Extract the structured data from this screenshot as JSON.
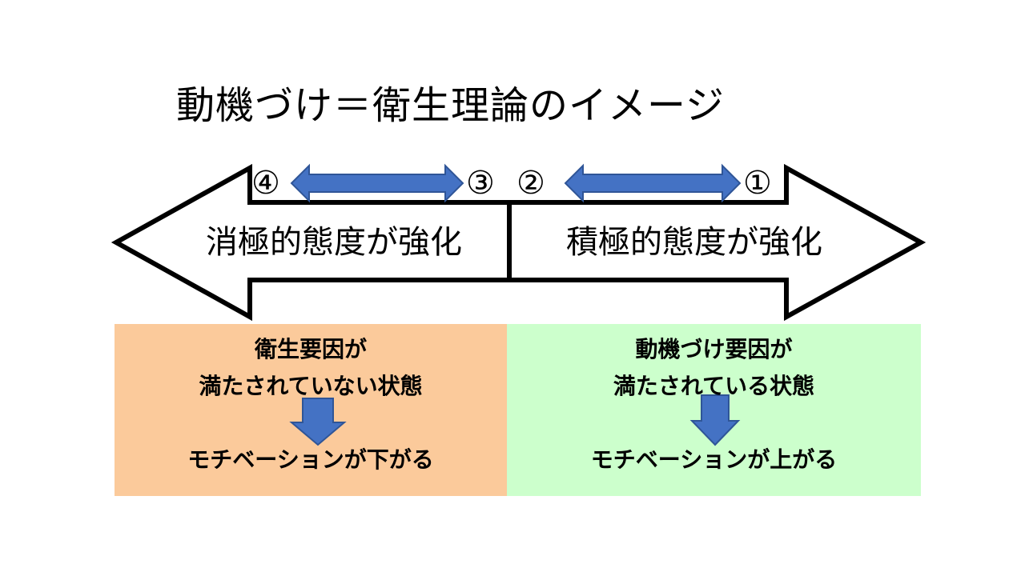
{
  "title": "動機づけ＝衛生理論のイメージ",
  "markers": {
    "m1": "①",
    "m2": "②",
    "m3": "③",
    "m4": "④"
  },
  "arrow_left_label": "消極的態度が強化",
  "arrow_right_label": "積極的態度が強化",
  "panels": {
    "left": {
      "line1": "衛生要因が",
      "line2": "満たされていない状態",
      "result": "モチベーションが下がる",
      "color": "#FBCA9B"
    },
    "right": {
      "line1": "動機づけ要因が",
      "line2": "満たされている状態",
      "result": "モチベーションが上がる",
      "color": "#CCFFCC"
    }
  },
  "colors": {
    "blue_arrow": "#4472C4",
    "outline": "#000000"
  }
}
